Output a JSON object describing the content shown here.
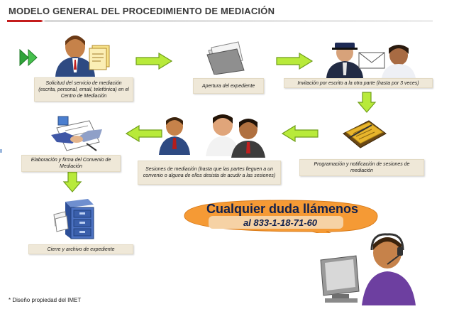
{
  "title": "MODELO GENERAL DEL PROCEDIMIENTO DE MEDIACIÓN",
  "steps": [
    {
      "label": "Solicitud del servicio de mediación (escrita, personal, email, telefónica) en el Centro de Mediación",
      "icon": "person-with-document-icon"
    },
    {
      "label": "Apertura del expediente",
      "icon": "folder-icon"
    },
    {
      "label": "Invitación por escrito a la otra parte (hasta por 3 veces)",
      "icon": "messenger-envelope-icon"
    },
    {
      "label": "Programación y notificación de sesiones de mediación",
      "icon": "agenda-icon"
    },
    {
      "label": "Sesiones de mediación (hasta que las partes lleguen a un convenio o alguna de ellos desista de acudir a las sesiones)",
      "icon": "meeting-people-icon"
    },
    {
      "label": "Elaboración y firma del Convenio de Mediación",
      "icon": "handshake-icon"
    },
    {
      "label": "Cierre y archivo de expediente",
      "icon": "file-cabinet-icon"
    }
  ],
  "contact": {
    "line1": "Cualquier duda llámenos",
    "line2": "al  833-1-18-71-60",
    "icon": "call-center-agent-icon"
  },
  "footnote": "* Diseño propiedad  del  IMET",
  "colors": {
    "arrow_fill": "#b8ea3a",
    "arrow_stroke": "#6f9e1a",
    "label_bg": "#efe8d8",
    "bubble_fill": "#f59a35",
    "bubble_inner": "#f6d2a5",
    "title_accent": "#c41c1c"
  }
}
